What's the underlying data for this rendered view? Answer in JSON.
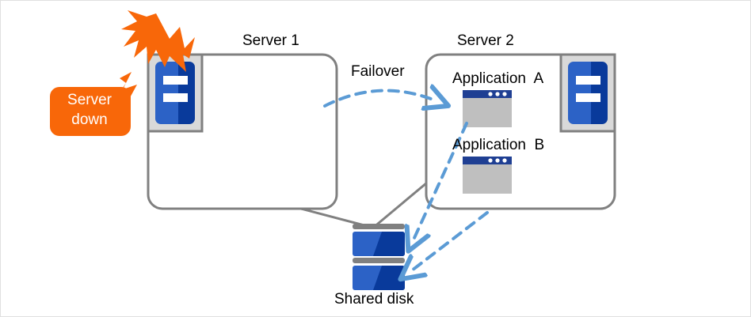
{
  "diagram": {
    "title_server1": "Server 1",
    "title_server2": "Server 2",
    "failover_label": "Failover",
    "shared_disk_label": "Shared disk",
    "alert": {
      "line1": "Server",
      "line2": "down",
      "color": "#F86709"
    },
    "applications": [
      {
        "label": "Application  A"
      },
      {
        "label": "Application  B"
      }
    ],
    "colors": {
      "box_border": "#808080",
      "alert_orange": "#F86709",
      "arrow_blue": "#5B9BD5",
      "server_blue_light": "#2C62C6",
      "server_blue_dark": "#093A9B",
      "icon_frame_gray": "#D9D9D9",
      "icon_frame_border": "#808080",
      "app_titlebar_blue": "#1F3F93",
      "app_body_gray": "#BFBFBF",
      "disk_bar_gray": "#808080",
      "page_border": "#E0E0E0"
    }
  }
}
